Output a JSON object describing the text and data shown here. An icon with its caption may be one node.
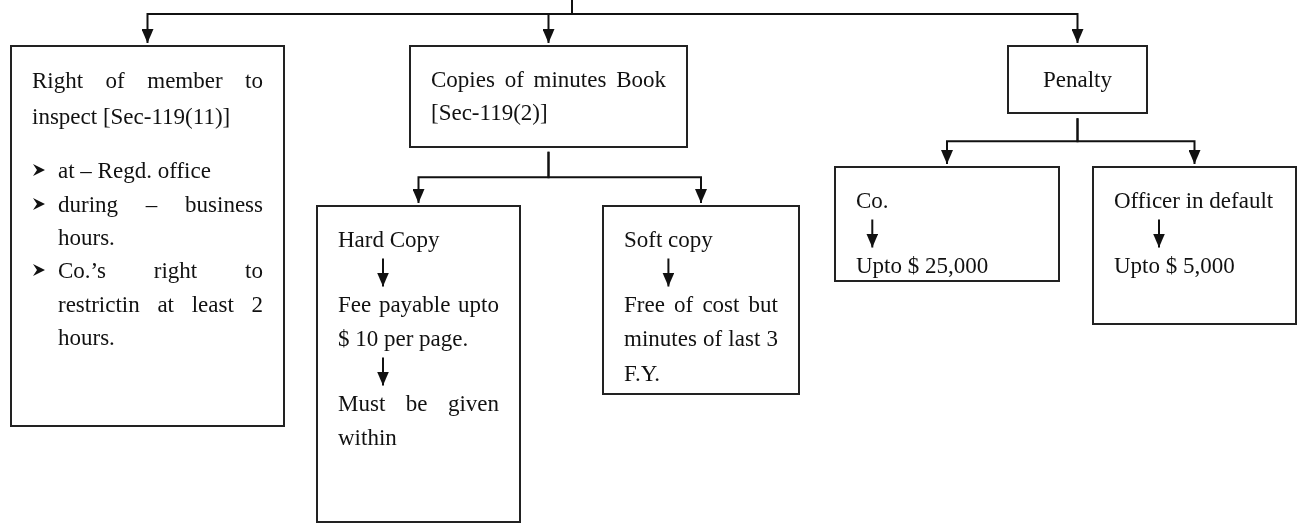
{
  "diagram": {
    "nodes": [
      {
        "text": [
          "Right of member to inspect [Sec-119(11)]",
          "at – Regd. office",
          "during – business hours.",
          "Co.’s right to restrictin at least 2 hours."
        ]
      },
      {
        "text": [
          "Copies of minutes Book [Sec-119(2)]"
        ]
      },
      {
        "text": [
          "Penalty"
        ]
      },
      {
        "text": [],
        "shape": "box"
      },
      {
        "text": [
          "Hard Copy"
        ],
        "in": 3
      },
      {
        "text": [
          "Fee payable upto $ 10 per page."
        ],
        "in": 3
      },
      {
        "text": [
          "Must be given within"
        ],
        "in": 3
      },
      {
        "text": [],
        "shape": "box"
      },
      {
        "text": [
          "Soft copy"
        ],
        "in": 7
      },
      {
        "text": [
          "Free of cost but minutes of last 3 F.Y."
        ],
        "in": 7
      },
      {
        "text": [],
        "shape": "box"
      },
      {
        "text": [
          "Co."
        ],
        "in": 10
      },
      {
        "text": [
          "Upto $ 25,000"
        ],
        "in": 10
      },
      {
        "text": [],
        "shape": "box"
      },
      {
        "text": [
          "Officer in default"
        ],
        "in": 13
      },
      {
        "text": [
          "Upto $ 5,000"
        ],
        "in": 13
      }
    ],
    "edges": [
      {
        "from": null,
        "to": 0,
        "arrow": "to"
      },
      {
        "from": null,
        "to": 1,
        "arrow": "to"
      },
      {
        "from": null,
        "to": 2,
        "arrow": "to"
      },
      {
        "from": 1,
        "to": 3,
        "arrow": "to"
      },
      {
        "from": 1,
        "to": 7,
        "arrow": "to"
      },
      {
        "from": 2,
        "to": 10,
        "arrow": "to"
      },
      {
        "from": 2,
        "to": 13,
        "arrow": "to"
      },
      {
        "from": 4,
        "to": 5,
        "arrow": "to"
      },
      {
        "from": 5,
        "to": 6,
        "arrow": "to"
      },
      {
        "from": 8,
        "to": 9,
        "arrow": "to"
      },
      {
        "from": 11,
        "to": 12,
        "arrow": "to"
      },
      {
        "from": 14,
        "to": 15,
        "arrow": "to"
      }
    ]
  }
}
